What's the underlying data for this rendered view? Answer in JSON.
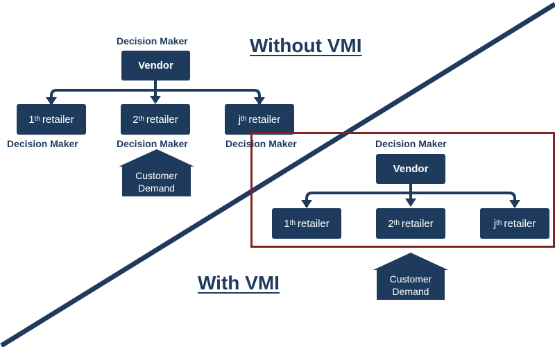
{
  "colors": {
    "box": "#1e3a5c",
    "diagonal": "#1e3a5c",
    "frame": "#7f2424",
    "text": "#1e3a5c"
  },
  "without_vmi": {
    "heading": "Without VMI",
    "vendor_caption": "Decision Maker",
    "vendor_label": "Vendor",
    "retailers": [
      {
        "ordinal": "1",
        "suffix": "th",
        "label": "retailer",
        "caption": "Decision Maker"
      },
      {
        "ordinal": "2",
        "suffix": "th",
        "label": "retailer",
        "caption": "Decision Maker"
      },
      {
        "ordinal": "j",
        "suffix": "th",
        "label": "retailer",
        "caption": "Decision Maker"
      }
    ],
    "demand_line1": "Customer",
    "demand_line2": "Demand"
  },
  "with_vmi": {
    "heading": "With VMI",
    "vendor_caption": "Decision Maker",
    "vendor_label": "Vendor",
    "retailers": [
      {
        "ordinal": "1",
        "suffix": "th",
        "label": "retailer"
      },
      {
        "ordinal": "2",
        "suffix": "th",
        "label": "retailer"
      },
      {
        "ordinal": "j",
        "suffix": "th",
        "label": "retailer"
      }
    ],
    "demand_line1": "Customer",
    "demand_line2": "Demand"
  }
}
